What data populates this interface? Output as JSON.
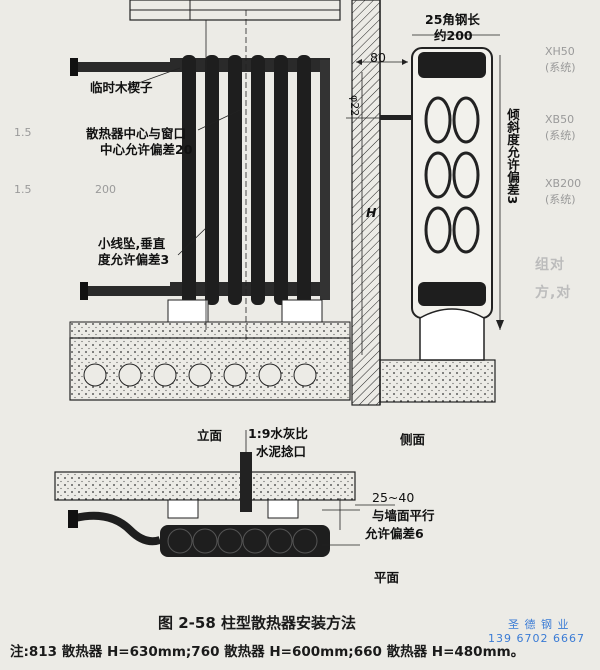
{
  "labels": {
    "temp_wedge": "临时木楔子",
    "center_line_1": "散热器中心与窗口",
    "center_line_2": "中心允许偏差20",
    "plumb_1": "小线坠,垂直",
    "plumb_2": "度允许偏差3",
    "angle_steel_1": "25角钢长",
    "angle_steel_2": "约200",
    "dim_80": "80",
    "dim_phi22": "φ22",
    "dim_H": "H",
    "tilt": "倾斜度允许偏差3",
    "elevation": "立面",
    "side": "侧面",
    "plan": "平面",
    "mortar_1": "1:9水灰比",
    "mortar_2": "水泥捻口",
    "dim_25_40": "25~40",
    "parallel_1": "与墙面平行",
    "parallel_2": "允许偏差6"
  },
  "background_text": {
    "row1_a": "XH50",
    "row1_b": "(系统)",
    "row2_a": "XB50",
    "row2_b": "(系统)",
    "row3_a": "XB200",
    "row3_b": "(系统)",
    "left_1": "1.5",
    "left_2": "1.5",
    "val_200": "200",
    "right_1": "组对",
    "right_2": "方,对"
  },
  "caption": "图 2-58   柱型散热器安装方法",
  "note": "注:813 散热器 H=630mm;760 散热器 H=600mm;660 散热器 H=480mm。",
  "watermark": {
    "line1": "圣 德 钢 业",
    "line2": "139 6702 6667"
  },
  "colors": {
    "ink": "#1a1a1a",
    "paper": "#ecebe6",
    "floor_fill": "#c9c7c1",
    "watermark": "#3a7bd5"
  }
}
